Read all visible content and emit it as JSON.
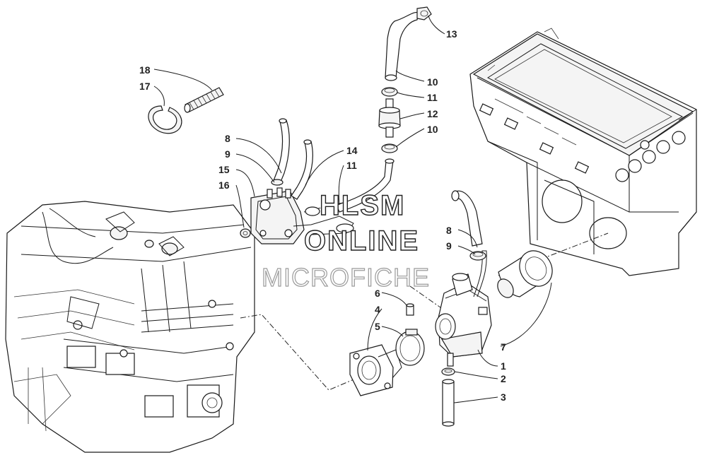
{
  "watermark": {
    "line1": "HLSM",
    "line2": "ONLINE",
    "line3": "MICROFICHE"
  },
  "callouts": [
    "1",
    "2",
    "3",
    "4",
    "5",
    "6",
    "7",
    "8",
    "9",
    "10",
    "11",
    "12",
    "13",
    "14",
    "15",
    "16",
    "17",
    "18"
  ],
  "colors": {
    "ink": "#1a1a1a",
    "paper": "#ffffff",
    "watermark_gray": "#9a9a9a"
  }
}
